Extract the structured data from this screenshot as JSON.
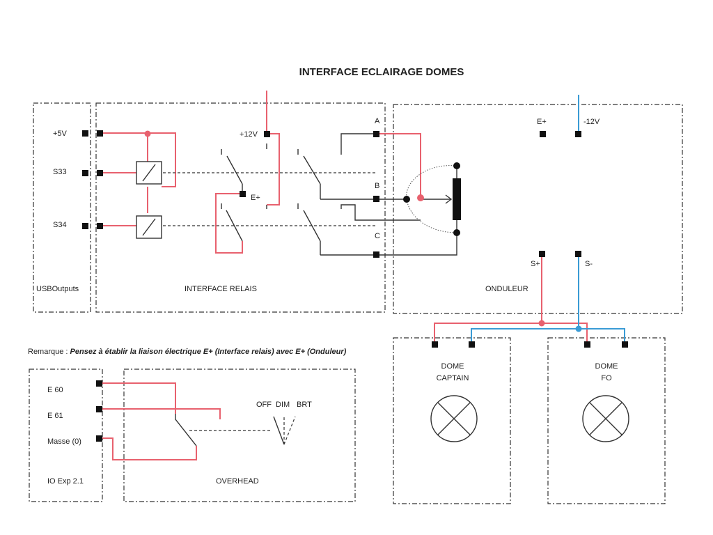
{
  "title": "INTERFACE ECLAIRAGE DOMES",
  "usb_outputs": {
    "label": "USBOutputs",
    "pins": [
      "+5V",
      "S33",
      "S34"
    ]
  },
  "interface_relais": {
    "label": "INTERFACE RELAIS",
    "supply": "+12V",
    "common": "E+",
    "outputs": [
      "A",
      "B",
      "C"
    ]
  },
  "onduleur": {
    "label": "ONDULEUR",
    "inputs": [
      "E+",
      "-12V"
    ],
    "outputs": [
      "S+",
      "S-"
    ]
  },
  "remark": {
    "prefix": "Remarque : ",
    "text": "Pensez à établir la liaison électrique E+ (Interface relais) avec E+ (Onduleur)"
  },
  "io_exp": {
    "label": "IO Exp 2.1",
    "pins": [
      "E 60",
      "E 61",
      "Masse (0)"
    ]
  },
  "overhead": {
    "label": "OVERHEAD",
    "positions": [
      "OFF",
      "DIM",
      "BRT"
    ]
  },
  "dome_captain": {
    "line1": "DOME",
    "line2": "CAPTAIN"
  },
  "dome_fo": {
    "line1": "DOME",
    "line2": "FO"
  },
  "colors": {
    "positive": "#e8616e",
    "negative": "#3a9bd5",
    "line": "#333333"
  }
}
